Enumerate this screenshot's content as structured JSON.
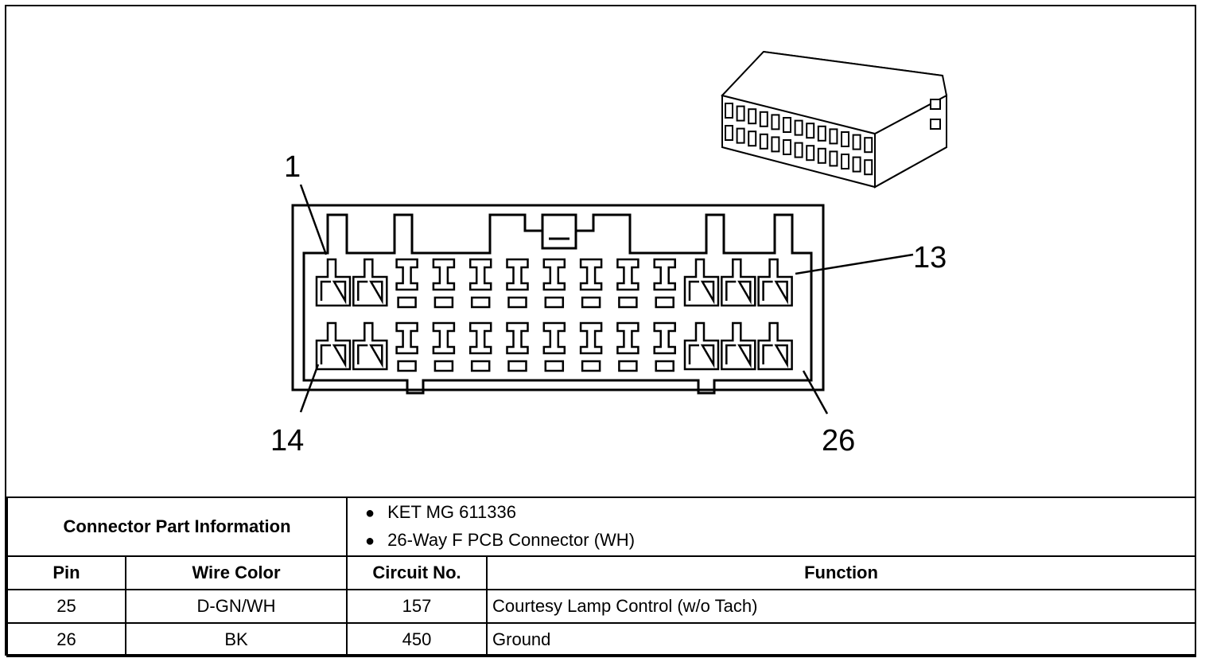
{
  "diagram": {
    "pin_labels": {
      "p1": "1",
      "p13": "13",
      "p14": "14",
      "p26": "26"
    },
    "rows": 2,
    "pins_per_row": 13,
    "connector_icon": "connector-3d-icon"
  },
  "part_info": {
    "label": "Connector Part Information",
    "items": [
      "KET MG 611336",
      "26-Way F PCB Connector (WH)"
    ]
  },
  "table": {
    "headers": {
      "pin": "Pin",
      "wire_color": "Wire Color",
      "circuit": "Circuit No.",
      "function": "Function"
    },
    "rows": [
      {
        "pin": "25",
        "wire_color": "D-GN/WH",
        "circuit": "157",
        "function": "Courtesy Lamp Control (w/o Tach)"
      },
      {
        "pin": "26",
        "wire_color": "BK",
        "circuit": "450",
        "function": "Ground"
      }
    ]
  }
}
